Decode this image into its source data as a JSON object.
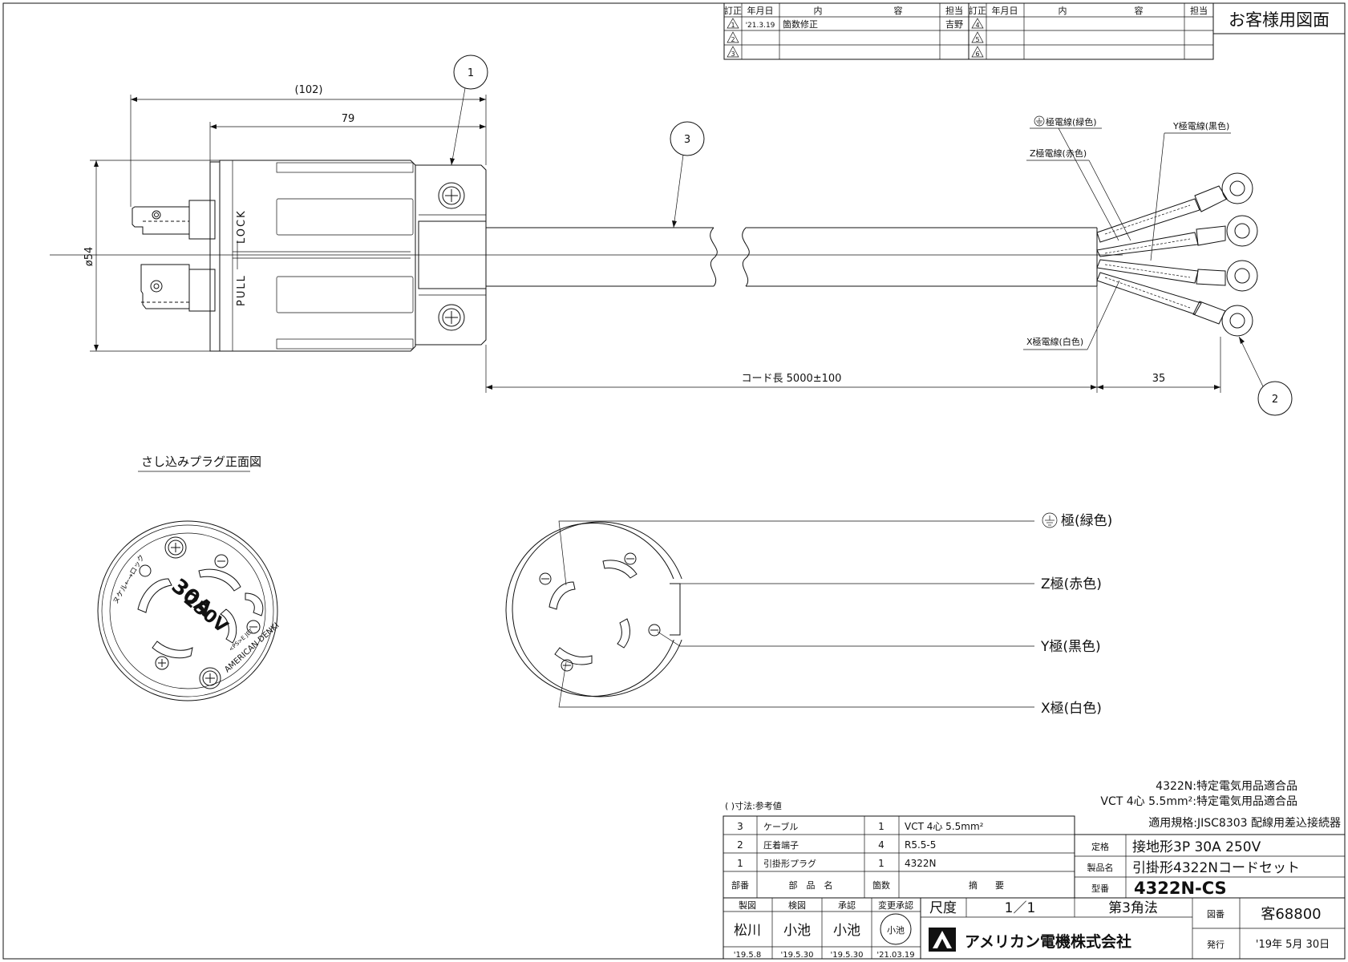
{
  "customer_label": "お客様用図面",
  "revision_table": {
    "headers": [
      "訂正",
      "年月日",
      "内",
      "容",
      "担当"
    ],
    "rows": [
      {
        "no": "1",
        "date": "'21.3.19",
        "content": "箇数修正",
        "person": "吉野"
      },
      {
        "no": "2",
        "date": "",
        "content": "",
        "person": ""
      },
      {
        "no": "3",
        "date": "",
        "content": "",
        "person": ""
      },
      {
        "no": "4",
        "date": "",
        "content": "",
        "person": ""
      },
      {
        "no": "5",
        "date": "",
        "content": "",
        "person": ""
      },
      {
        "no": "6",
        "date": "",
        "content": "",
        "person": ""
      }
    ]
  },
  "dimensions": {
    "overall": "(102)",
    "body_length": "79",
    "diameter": "ø54",
    "cord_length": "コード長 5000±100",
    "strip_length": "35"
  },
  "plug_body": {
    "lock": "LOCK",
    "pull": "PULL"
  },
  "balloons": [
    "1",
    "2",
    "3"
  ],
  "wire_labels": {
    "ground": "極電線(緑色)",
    "z": "Z極電線(赤色)",
    "y": "Y極電線(黒色)",
    "x": "X極電線(白色)"
  },
  "front_view_title": "さし込みプラグ正面図",
  "front_face": {
    "rating_a": "30A",
    "rating_v": "250V",
    "brand": "AMERICAN DENKI",
    "ps": "<PS>E JET",
    "arrow": "ヌケル←→ロック"
  },
  "pin_legend": [
    {
      "label": "極(緑色)",
      "ground": true
    },
    {
      "label": "Z極(赤色)",
      "ground": false
    },
    {
      "label": "Y極(黒色)",
      "ground": false
    },
    {
      "label": "X極(白色)",
      "ground": false
    }
  ],
  "notes": [
    "4322N:特定電気用品適合品",
    "VCT 4心 5.5mm²:特定電気用品適合品",
    "適用規格:JISC8303 配線用差込接続器"
  ],
  "ref_note": "( )寸法:参考値",
  "parts": [
    {
      "no": "3",
      "name": "ケーブル",
      "qty": "1",
      "spec": "VCT 4心 5.5mm²"
    },
    {
      "no": "2",
      "name": "圧着端子",
      "qty": "4",
      "spec": "R5.5-5"
    },
    {
      "no": "1",
      "name": "引掛形プラグ",
      "qty": "1",
      "spec": "4322N"
    }
  ],
  "parts_header": {
    "no": "部番",
    "name": "部　品　名",
    "qty": "箇数",
    "spec": "摘　　要"
  },
  "title_block": {
    "rating_label": "定格",
    "rating": "接地形3P 30A 250V",
    "product_label": "製品名",
    "product": "引掛形4322Nコードセット",
    "model_label": "型番",
    "model": "4322N-CS",
    "projection": "第3角法",
    "scale_label": "尺度",
    "scale": "1／1",
    "drawing_no_label": "図番",
    "drawing_no": "客68800",
    "issue_label": "発行",
    "issue_date": "'19年 5月 30日",
    "company": "アメリカン電機株式会社",
    "approvals": [
      {
        "role": "製図",
        "name": "松川",
        "date": "'19.5.8"
      },
      {
        "role": "検図",
        "name": "小池",
        "date": "'19.5.30"
      },
      {
        "role": "承認",
        "name": "小池",
        "date": "'19.5.30"
      },
      {
        "role": "変更承認",
        "name": "小池",
        "date": "'21.03.19"
      }
    ]
  }
}
